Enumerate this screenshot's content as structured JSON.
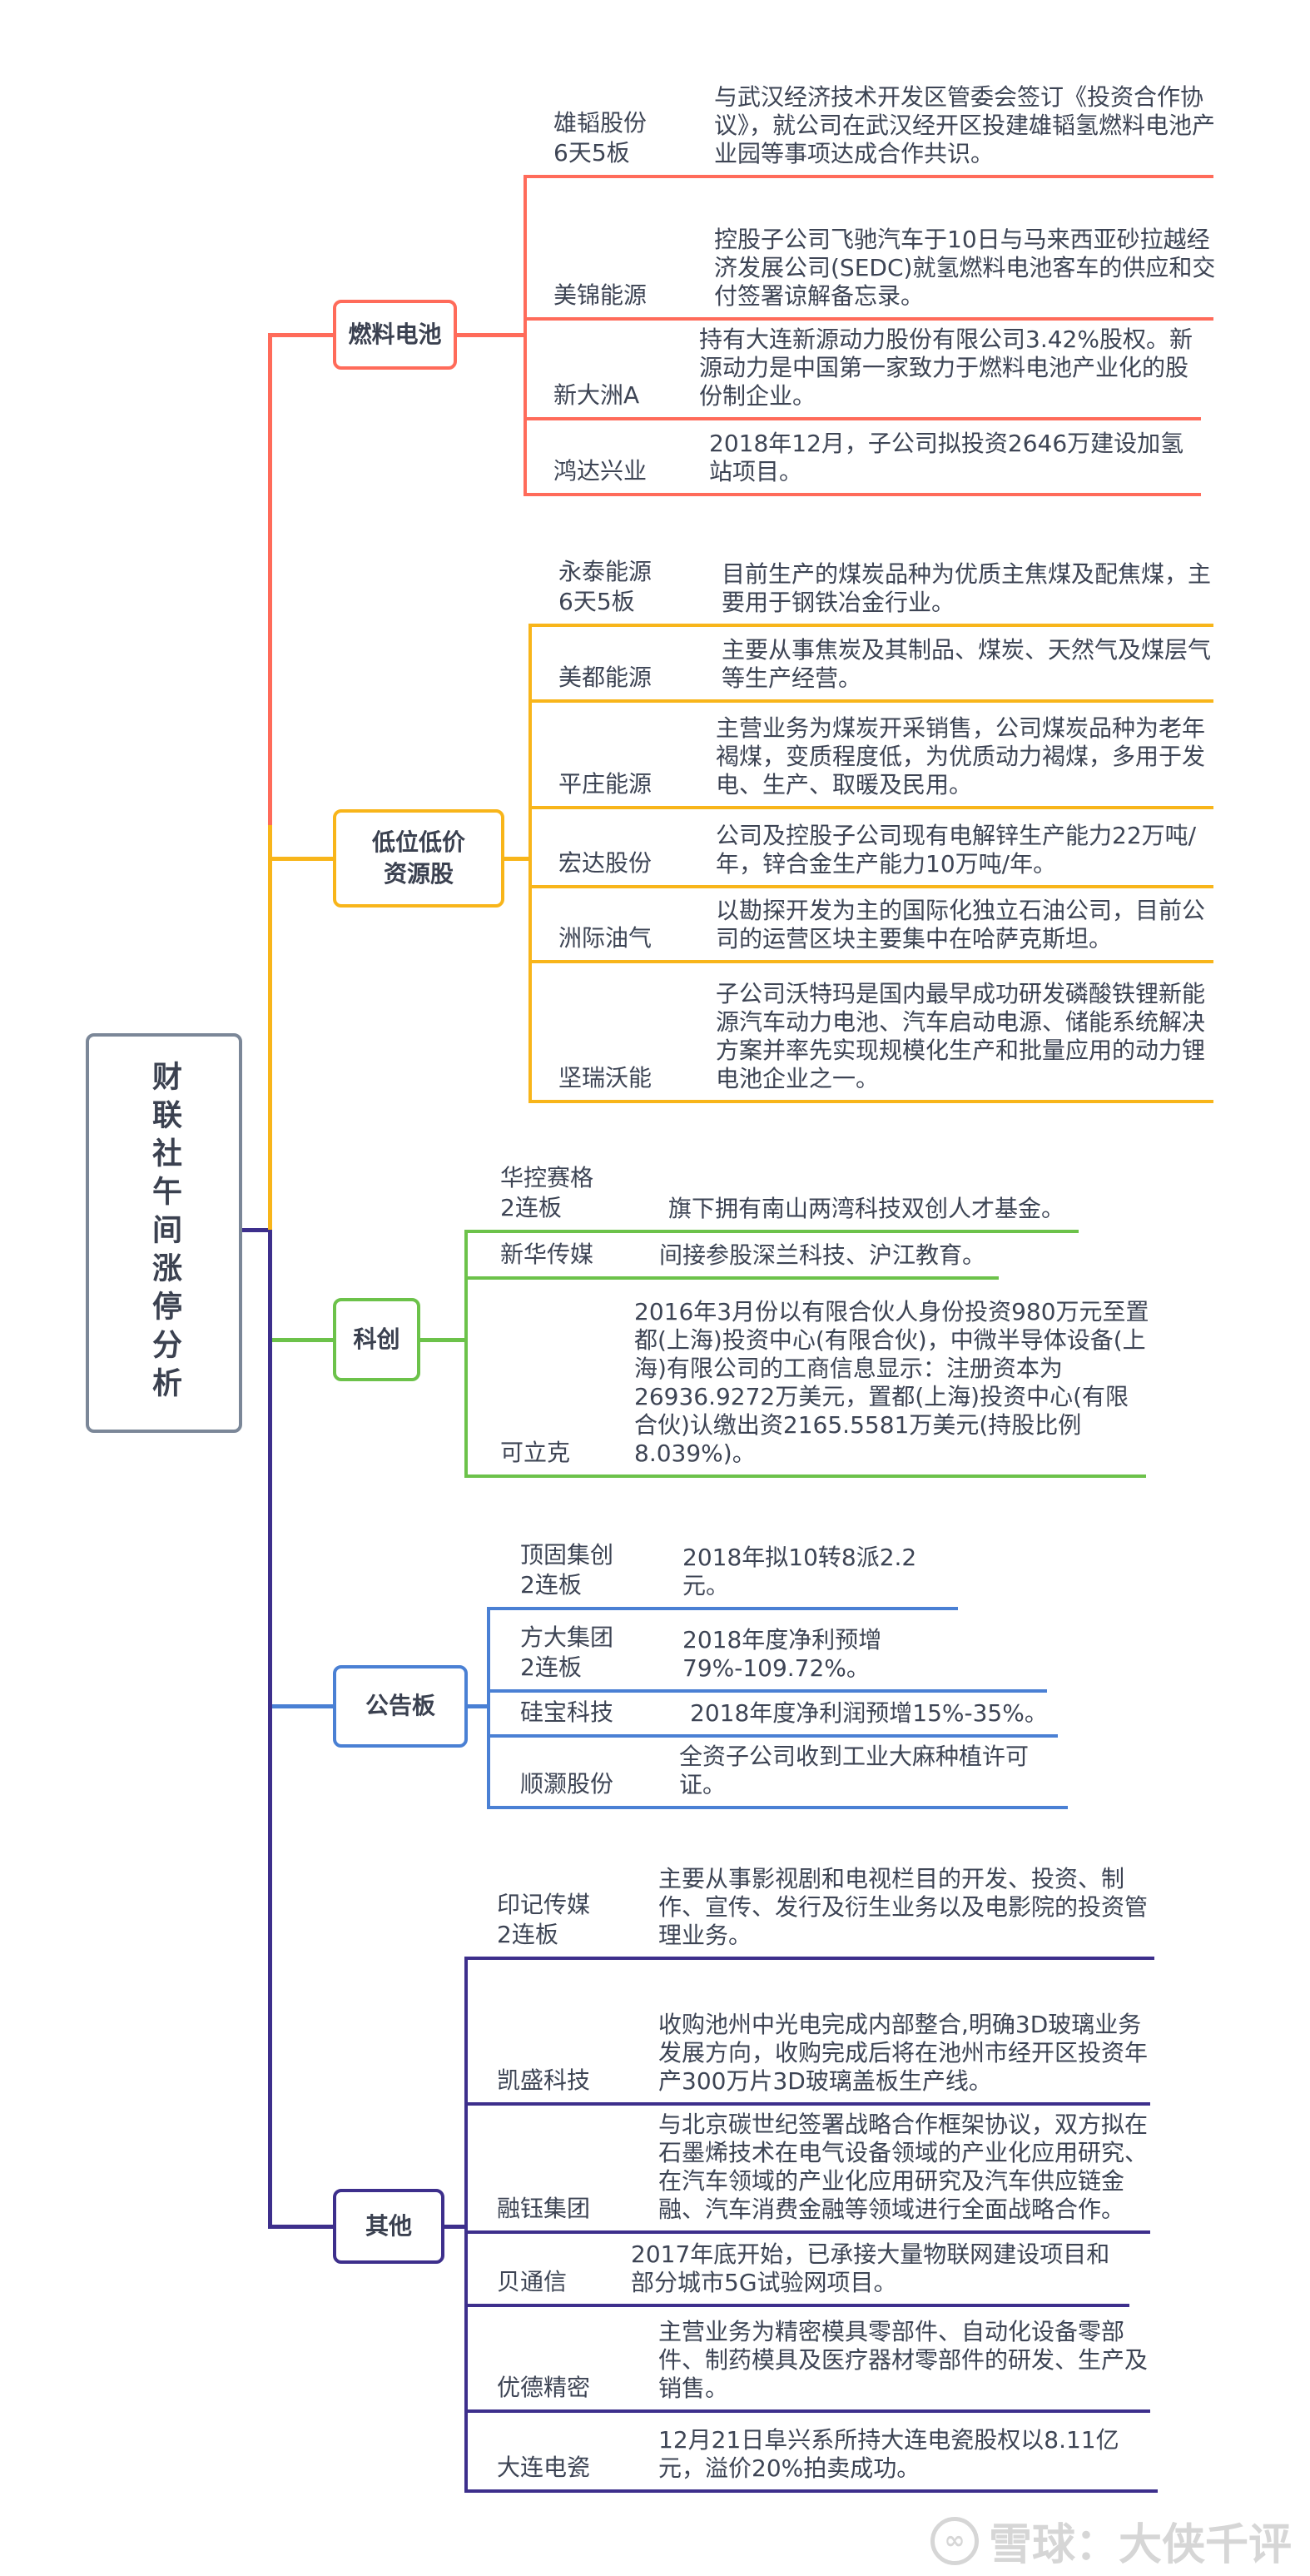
{
  "root": {
    "title": "财联社午间涨停分析"
  },
  "colors": {
    "fuel": "#ff6b5a",
    "resource": "#f8b51a",
    "kechuang": "#6cc24a",
    "notice": "#4a80d4",
    "other": "#3d2f8c",
    "root_border": "#7b8798"
  },
  "groups": [
    {
      "label": "燃料电池",
      "items": [
        {
          "name": "雄韬股份\n6天5板",
          "desc": "与武汉经济技术开发区管委会签订《投资合作协议》，就公司在武汉经开区投建雄韬氢燃料电池产业园等事项达成合作共识。"
        },
        {
          "name": "美锦能源",
          "desc": "控股子公司飞驰汽车于10日与马来西亚砂拉越经济发展公司(SEDC)就氢燃料电池客车的供应和交付签署谅解备忘录。"
        },
        {
          "name": "新大洲A",
          "desc": "持有大连新源动力股份有限公司3.42%股权。新源动力是中国第一家致力于燃料电池产业化的股份制企业。"
        },
        {
          "name": "鸿达兴业",
          "desc": "2018年12月，子公司拟投资2646万建设加氢站项目。"
        }
      ]
    },
    {
      "label": "低位低价\n资源股",
      "items": [
        {
          "name": "永泰能源\n6天5板",
          "desc": "目前生产的煤炭品种为优质主焦煤及配焦煤，主要用于钢铁冶金行业。"
        },
        {
          "name": "美都能源",
          "desc": "主要从事焦炭及其制品、煤炭、天然气及煤层气等生产经营。"
        },
        {
          "name": "平庄能源",
          "desc": "主营业务为煤炭开采销售，公司煤炭品种为老年褐煤，变质程度低，为优质动力褐煤，多用于发电、生产、取暖及民用。"
        },
        {
          "name": "宏达股份",
          "desc": "公司及控股子公司现有电解锌生产能力22万吨/年，锌合金生产能力10万吨/年。"
        },
        {
          "name": "洲际油气",
          "desc": "以勘探开发为主的国际化独立石油公司，目前公司的运营区块主要集中在哈萨克斯坦。"
        },
        {
          "name": "坚瑞沃能",
          "desc": "子公司沃特玛是国内最早成功研发磷酸铁锂新能源汽车动力电池、汽车启动电源、储能系统解决方案并率先实现规模化生产和批量应用的动力锂电池企业之一。"
        }
      ]
    },
    {
      "label": "科创",
      "items": [
        {
          "name": "华控赛格\n2连板",
          "desc": "旗下拥有南山两湾科技双创人才基金。"
        },
        {
          "name": "新华传媒",
          "desc": "间接参股深兰科技、沪江教育。"
        },
        {
          "name": "可立克",
          "desc": "2016年3月份以有限合伙人身份投资980万元至置都(上海)投资中心(有限合伙)，中微半导体设备(上海)有限公司的工商信息显示：注册资本为26936.9272万美元，置都(上海)投资中心(有限合伙)认缴出资2165.5581万美元(持股比例8.039%)。"
        }
      ]
    },
    {
      "label": "公告板",
      "items": [
        {
          "name": "顶固集创\n2连板",
          "desc": "2018年拟10转8派2.2元。"
        },
        {
          "name": "方大集团\n2连板",
          "desc": "2018年度净利预增79%-109.72%。"
        },
        {
          "name": "硅宝科技",
          "desc": "2018年度净利润预增15%-35%。"
        },
        {
          "name": "顺灏股份",
          "desc": "全资子公司收到工业大麻种植许可证。"
        }
      ]
    },
    {
      "label": "其他",
      "items": [
        {
          "name": "印记传媒\n2连板",
          "desc": "主要从事影视剧和电视栏目的开发、投资、制作、宣传、发行及衍生业务以及电影院的投资管理业务。"
        },
        {
          "name": "凯盛科技",
          "desc": "收购池州中光电完成内部整合,明确3D玻璃业务发展方向，收购完成后将在池州市经开区投资年产300万片3D玻璃盖板生产线。"
        },
        {
          "name": "融钰集团",
          "desc": "与北京碳世纪签署战略合作框架协议，双方拟在石墨烯技术在电气设备领域的产业化应用研究、在汽车领域的产业化应用研究及汽车供应链金融、汽车消费金融等领域进行全面战略合作。"
        },
        {
          "name": "贝通信",
          "desc": "2017年底开始，已承接大量物联网建设项目和部分城市5G试验网项目。"
        },
        {
          "name": "优德精密",
          "desc": "主营业务为精密模具零部件、自动化设备零部件、制药模具及医疗器材零部件的研发、生产及销售。"
        },
        {
          "name": "大连电瓷",
          "desc": "12月21日阜兴系所持大连电瓷股权以8.11亿元，溢价20%拍卖成功。"
        }
      ]
    }
  ],
  "watermark": {
    "text": "雪球：大侠千评"
  }
}
